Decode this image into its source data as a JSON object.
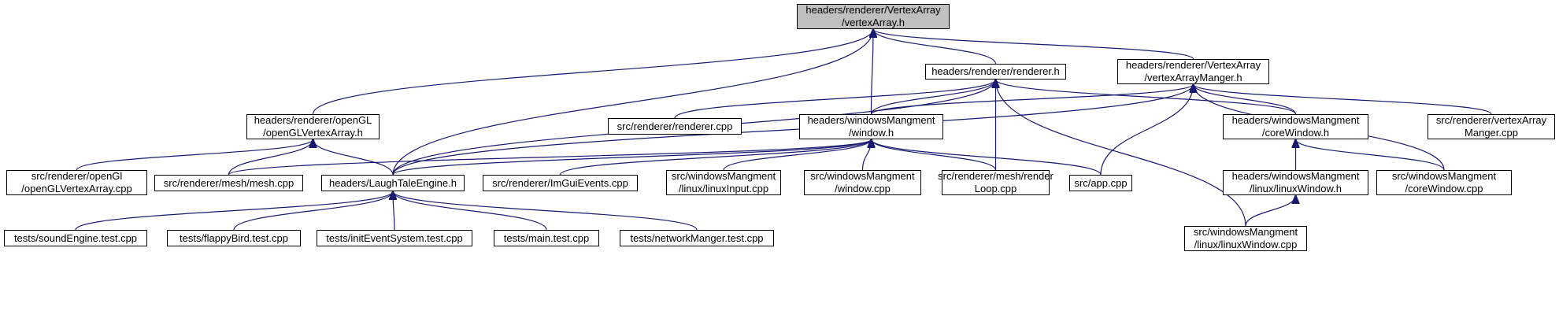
{
  "colors": {
    "edge": "#191970",
    "node_border": "#000000",
    "root_fill": "#bfbfbf",
    "node_fill": "#ffffff"
  },
  "nodes": [
    {
      "id": "vertexArray_h",
      "lines": [
        "headers/renderer/VertexArray",
        "/vertexArray.h"
      ],
      "root": true
    },
    {
      "id": "renderer_h",
      "lines": [
        "headers/renderer/renderer.h"
      ]
    },
    {
      "id": "vertexArrayManger_h",
      "lines": [
        "headers/renderer/VertexArray",
        "/vertexArrayManger.h"
      ]
    },
    {
      "id": "openGLVertexArray_h",
      "lines": [
        "headers/renderer/openGL",
        "/openGLVertexArray.h"
      ]
    },
    {
      "id": "renderer_cpp",
      "lines": [
        "src/renderer/renderer.cpp"
      ]
    },
    {
      "id": "window_h",
      "lines": [
        "headers/windowsMangment",
        "/window.h"
      ]
    },
    {
      "id": "coreWindow_h",
      "lines": [
        "headers/windowsMangment",
        "/coreWindow.h"
      ]
    },
    {
      "id": "vertexArrayManger_cpp",
      "lines": [
        "src/renderer/vertexArray",
        "Manger.cpp"
      ]
    },
    {
      "id": "openGLVertexArray_cpp",
      "lines": [
        "src/renderer/openGl",
        "/openGLVertexArray.cpp"
      ]
    },
    {
      "id": "mesh_cpp",
      "lines": [
        "src/renderer/mesh/mesh.cpp"
      ]
    },
    {
      "id": "LaughTaleEngine_h",
      "lines": [
        "headers/LaughTaleEngine.h"
      ]
    },
    {
      "id": "ImGuiEvents_cpp",
      "lines": [
        "src/renderer/ImGuiEvents.cpp"
      ]
    },
    {
      "id": "linuxInput_cpp",
      "lines": [
        "src/windowsMangment",
        "/linux/linuxInput.cpp"
      ]
    },
    {
      "id": "window_cpp",
      "lines": [
        "src/windowsMangment",
        "/window.cpp"
      ]
    },
    {
      "id": "renderLoop_cpp",
      "lines": [
        "src/renderer/mesh/render",
        "Loop.cpp"
      ]
    },
    {
      "id": "app_cpp",
      "lines": [
        "src/app.cpp"
      ]
    },
    {
      "id": "linuxWindow_h",
      "lines": [
        "headers/windowsMangment",
        "/linux/linuxWindow.h"
      ]
    },
    {
      "id": "coreWindow_cpp",
      "lines": [
        "src/windowsMangment",
        "/coreWindow.cpp"
      ]
    },
    {
      "id": "soundEngine_test",
      "lines": [
        "tests/soundEngine.test.cpp"
      ]
    },
    {
      "id": "flappyBird_test",
      "lines": [
        "tests/flappyBird.test.cpp"
      ]
    },
    {
      "id": "initEventSystem_test",
      "lines": [
        "tests/initEventSystem.test.cpp"
      ]
    },
    {
      "id": "main_test",
      "lines": [
        "tests/main.test.cpp"
      ]
    },
    {
      "id": "networkManger_test",
      "lines": [
        "tests/networkManger.test.cpp"
      ]
    },
    {
      "id": "linuxWindow_cpp",
      "lines": [
        "src/windowsMangment",
        "/linux/linuxWindow.cpp"
      ]
    }
  ],
  "edges": [
    [
      "renderer_h",
      "vertexArray_h"
    ],
    [
      "vertexArrayManger_h",
      "vertexArray_h"
    ],
    [
      "openGLVertexArray_h",
      "vertexArray_h"
    ],
    [
      "window_h",
      "vertexArray_h"
    ],
    [
      "LaughTaleEngine_h",
      "vertexArray_h"
    ],
    [
      "renderer_cpp",
      "renderer_h"
    ],
    [
      "window_h",
      "renderer_h"
    ],
    [
      "coreWindow_h",
      "renderer_h"
    ],
    [
      "renderLoop_cpp",
      "renderer_h"
    ],
    [
      "linuxWindow_cpp",
      "renderer_h"
    ],
    [
      "LaughTaleEngine_h",
      "renderer_h"
    ],
    [
      "window_h",
      "vertexArrayManger_h"
    ],
    [
      "coreWindow_h",
      "vertexArrayManger_h"
    ],
    [
      "vertexArrayManger_cpp",
      "vertexArrayManger_h"
    ],
    [
      "app_cpp",
      "vertexArrayManger_h"
    ],
    [
      "coreWindow_cpp",
      "vertexArrayManger_h"
    ],
    [
      "LaughTaleEngine_h",
      "vertexArrayManger_h"
    ],
    [
      "openGLVertexArray_cpp",
      "openGLVertexArray_h"
    ],
    [
      "mesh_cpp",
      "openGLVertexArray_h"
    ],
    [
      "LaughTaleEngine_h",
      "openGLVertexArray_h"
    ],
    [
      "mesh_cpp",
      "window_h"
    ],
    [
      "LaughTaleEngine_h",
      "window_h"
    ],
    [
      "ImGuiEvents_cpp",
      "window_h"
    ],
    [
      "linuxInput_cpp",
      "window_h"
    ],
    [
      "window_cpp",
      "window_h"
    ],
    [
      "renderLoop_cpp",
      "window_h"
    ],
    [
      "app_cpp",
      "window_h"
    ],
    [
      "linuxWindow_h",
      "coreWindow_h"
    ],
    [
      "coreWindow_cpp",
      "coreWindow_h"
    ],
    [
      "linuxWindow_cpp",
      "linuxWindow_h"
    ],
    [
      "soundEngine_test",
      "LaughTaleEngine_h"
    ],
    [
      "flappyBird_test",
      "LaughTaleEngine_h"
    ],
    [
      "initEventSystem_test",
      "LaughTaleEngine_h"
    ],
    [
      "main_test",
      "LaughTaleEngine_h"
    ],
    [
      "networkManger_test",
      "LaughTaleEngine_h"
    ]
  ]
}
